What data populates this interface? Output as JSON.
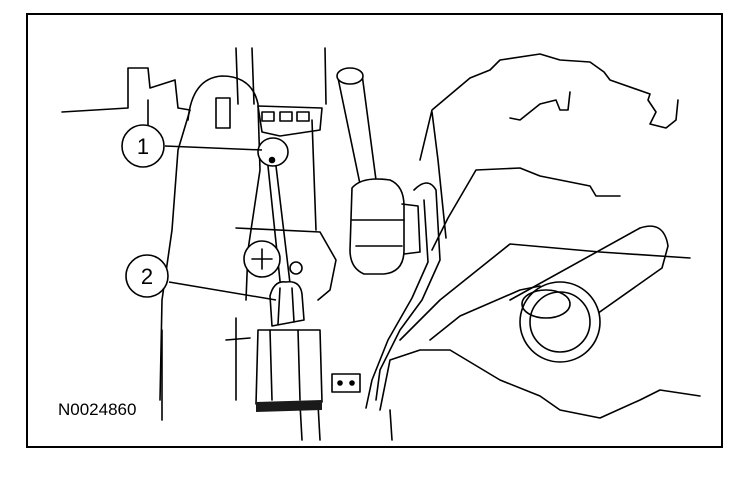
{
  "figure": {
    "id_label": "N0024860",
    "callouts": [
      {
        "number": "1"
      },
      {
        "number": "2"
      }
    ]
  },
  "colors": {
    "line": "#000000",
    "background": "#ffffff",
    "shade": "#1a1a1a"
  }
}
